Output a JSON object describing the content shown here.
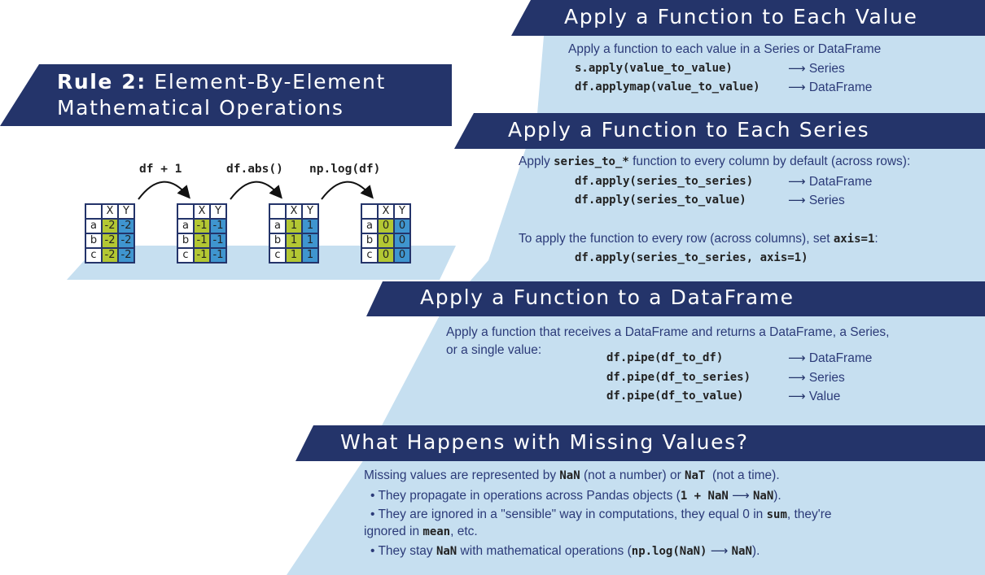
{
  "rule": {
    "bold": "Rule 2:",
    "line1": "Element-By-Element",
    "line2": "Mathematical Operations"
  },
  "operations": [
    "df + 1",
    "df.abs()",
    "np.log(df)"
  ],
  "frames": [
    {
      "columns": [
        "X",
        "Y"
      ],
      "rows": [
        {
          "idx": "a",
          "x": "-2",
          "y": "-2"
        },
        {
          "idx": "b",
          "x": "-2",
          "y": "-2"
        },
        {
          "idx": "c",
          "x": "-2",
          "y": "-2"
        }
      ]
    },
    {
      "columns": [
        "X",
        "Y"
      ],
      "rows": [
        {
          "idx": "a",
          "x": "-1",
          "y": "-1"
        },
        {
          "idx": "b",
          "x": "-1",
          "y": "-1"
        },
        {
          "idx": "c",
          "x": "-1",
          "y": "-1"
        }
      ]
    },
    {
      "columns": [
        "X",
        "Y"
      ],
      "rows": [
        {
          "idx": "a",
          "x": "1",
          "y": "1"
        },
        {
          "idx": "b",
          "x": "1",
          "y": "1"
        },
        {
          "idx": "c",
          "x": "1",
          "y": "1"
        }
      ]
    },
    {
      "columns": [
        "X",
        "Y"
      ],
      "rows": [
        {
          "idx": "a",
          "x": "0",
          "y": "0"
        },
        {
          "idx": "b",
          "x": "0",
          "y": "0"
        },
        {
          "idx": "c",
          "x": "0",
          "y": "0"
        }
      ]
    }
  ],
  "arrow_glyph": "⟶",
  "section1": {
    "title": "Apply a Function to Each Value",
    "desc": "Apply a function to each value in a Series or DataFrame",
    "lines": [
      {
        "code": "s.apply(value_to_value)",
        "result": "Series"
      },
      {
        "code": "df.applymap(value_to_value)",
        "result": "DataFrame"
      }
    ]
  },
  "section2": {
    "title": "Apply a Function to Each Series",
    "desc_pre": "Apply ",
    "desc_code": "series_to_*",
    "desc_post": " function to every column by default (across rows):",
    "lines": [
      {
        "code": "df.apply(series_to_series)",
        "result": "DataFrame"
      },
      {
        "code": "df.apply(series_to_value)",
        "result": "Series"
      }
    ],
    "row_pre": "To apply the function to every row (across columns), set ",
    "row_code": "axis=1",
    "row_post": ":",
    "row_example": "df.apply(series_to_series, axis=1)"
  },
  "section3": {
    "title": "Apply a Function to a DataFrame",
    "desc1": "Apply a function that receives a DataFrame and returns a DataFrame, a Series,",
    "desc2": "or a single value:",
    "lines": [
      {
        "code": "df.pipe(df_to_df)",
        "result": "DataFrame"
      },
      {
        "code": "df.pipe(df_to_series)",
        "result": "Series"
      },
      {
        "code": "df.pipe(df_to_value)",
        "result": "Value"
      }
    ]
  },
  "section4": {
    "title": "What Happens with Missing Values?",
    "intro_pre": "Missing values are represented by ",
    "intro_c1": "NaN",
    "intro_mid": " (not a number) or ",
    "intro_c2": "NaT",
    "intro_post": "  (not a time).",
    "b1_pre": "• They propagate in operations across Pandas objects (",
    "b1_c1": "1 + NaN",
    "b1_c2": "NaN",
    "b1_post": ").",
    "b2_pre": "• They are ignored in a \"sensible\" way in computations, they equal 0 in ",
    "b2_c1": "sum",
    "b2_mid": ", they're",
    "b2_l2_pre": "ignored in ",
    "b2_c2": "mean",
    "b2_l2_post": ", etc.",
    "b3_pre": "• They stay ",
    "b3_c1": "NaN",
    "b3_mid": " with mathematical operations (",
    "b3_c2": "np.log(NaN)",
    "b3_c3": "NaN",
    "b3_post": ")."
  },
  "colors": {
    "navy": "#24346a",
    "light_blue": "#c6dff0",
    "green": "#b3c733",
    "blue": "#3f95cf"
  }
}
